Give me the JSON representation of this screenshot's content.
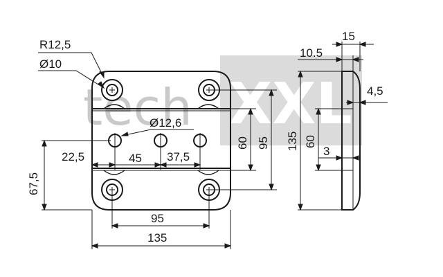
{
  "watermark": {
    "prefix": "tech",
    "suffix": "XXL"
  },
  "front_view": {
    "labels": {
      "corner_radius": "R12,5",
      "hole_dia_small": "Ø10",
      "hole_dia_mid": "Ø12,6",
      "offset_left": "22,5",
      "spacing_45": "45",
      "spacing_37": "37,5",
      "height_67": "67,5",
      "height_60": "60",
      "height_95": "95",
      "width_95": "95",
      "width_135": "135"
    }
  },
  "side_view": {
    "labels": {
      "thickness_15": "15",
      "thickness_10": "10.5",
      "thickness_4": "4,5",
      "height_135": "135",
      "height_60": "60",
      "gap_3": "3"
    }
  },
  "colors": {
    "line": "#1a1a1a",
    "watermark": "#c9c9c9"
  }
}
